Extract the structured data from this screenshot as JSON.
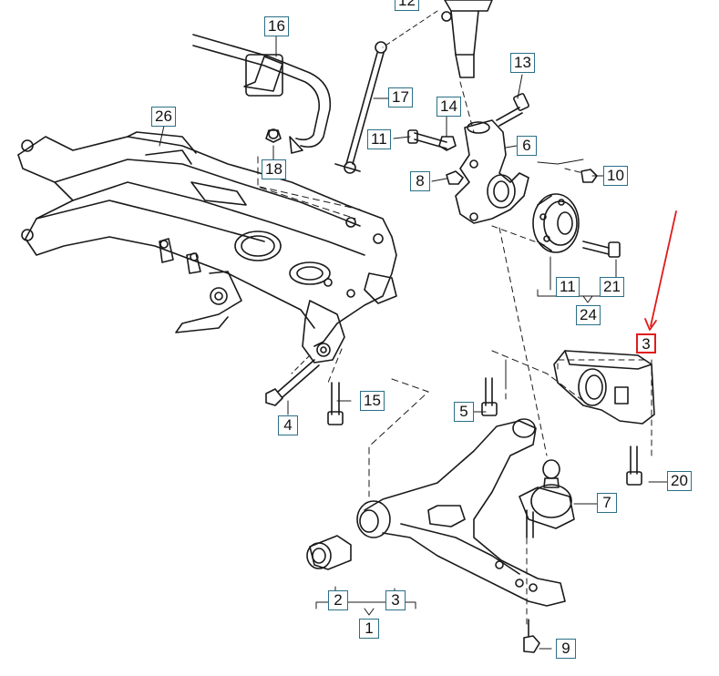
{
  "callouts": {
    "c12": "12",
    "c16": "16",
    "c13": "13",
    "c17": "17",
    "c26": "26",
    "c14": "14",
    "c11a": "11",
    "c6": "6",
    "c18": "18",
    "c8": "8",
    "c10": "10",
    "c11b": "11",
    "c21": "21",
    "c24": "24",
    "c3a": "3",
    "c15": "15",
    "c5": "5",
    "c4": "4",
    "c20": "20",
    "c7": "7",
    "c2": "2",
    "c3b": "3",
    "c1": "1",
    "c9": "9"
  },
  "highlight": {
    "callout": "c3a",
    "color": "#e01b1b"
  },
  "colors": {
    "line": "#1a1a1a",
    "callout_border": "#2b6f86"
  }
}
